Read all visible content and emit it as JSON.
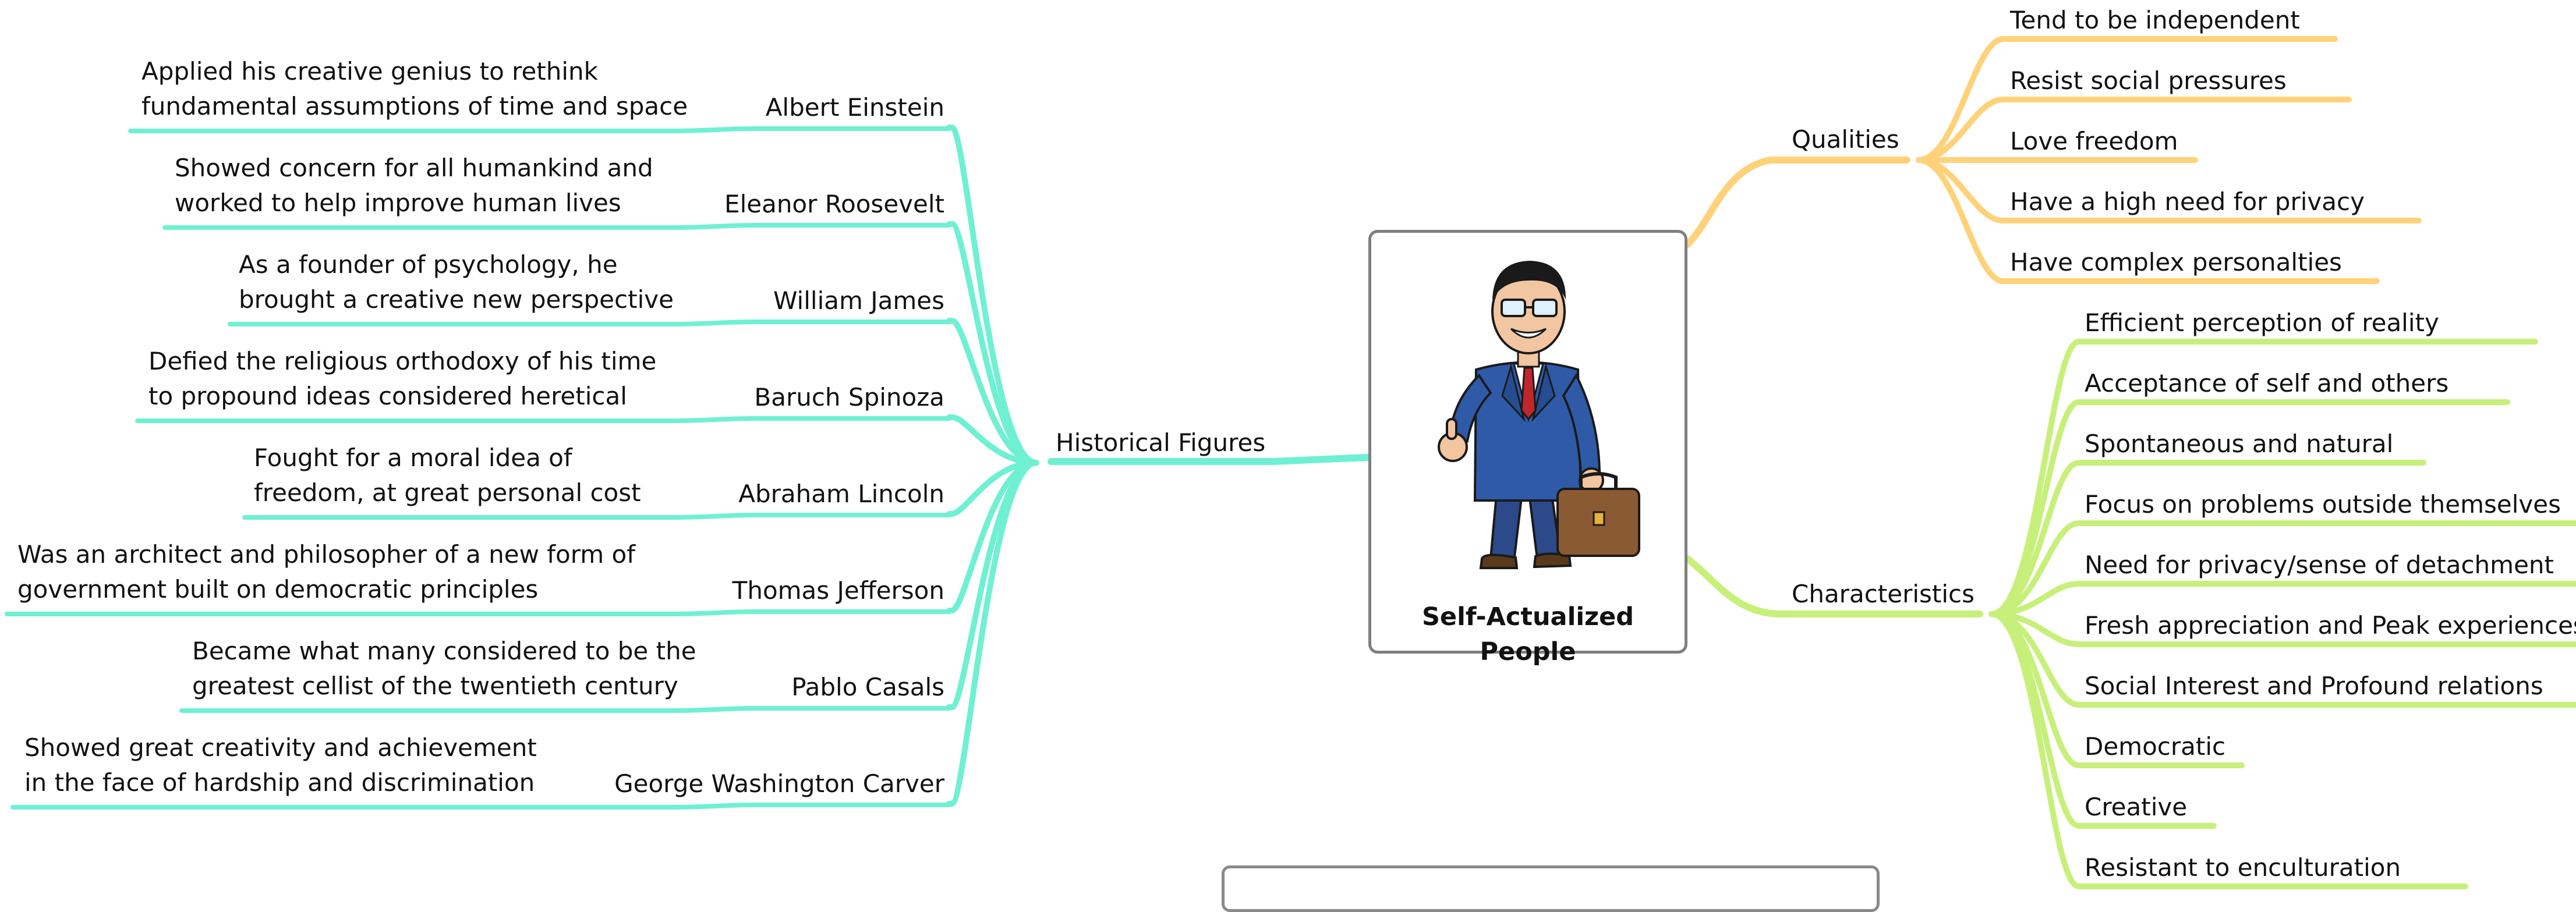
{
  "colors": {
    "historical": "#6ff0d3",
    "qualities": "#ffd27a",
    "characteristics": "#c7f07a",
    "border": "#7f7f7f"
  },
  "central": {
    "title": "Self-Actualized People",
    "illustration": "businessman-with-briefcase-icon"
  },
  "historical": {
    "label": "Historical Figures",
    "figures": [
      {
        "name": "Albert Einstein",
        "desc": [
          "Applied his creative genius to rethink",
          "fundamental assumptions of time and space"
        ]
      },
      {
        "name": "Eleanor Roosevelt",
        "desc": [
          "Showed concern for all humankind and",
          "worked to help improve human lives"
        ]
      },
      {
        "name": "William James",
        "desc": [
          "As a founder of psychology, he",
          "brought a creative new perspective"
        ]
      },
      {
        "name": "Baruch Spinoza",
        "desc": [
          "Defied the religious orthodoxy of his time",
          "to propound ideas considered heretical"
        ]
      },
      {
        "name": "Abraham Lincoln",
        "desc": [
          "Fought for a moral idea of",
          "freedom, at great personal cost"
        ]
      },
      {
        "name": "Thomas Jefferson",
        "desc": [
          "Was an architect and philosopher of a new form of",
          "government built on democratic principles"
        ]
      },
      {
        "name": "Pablo Casals",
        "desc": [
          "Became what many considered to be the",
          "greatest cellist of the twentieth century"
        ]
      },
      {
        "name": "George Washington Carver",
        "desc": [
          "Showed great creativity and achievement",
          "in the face of hardship and discrimination"
        ]
      }
    ]
  },
  "qualities": {
    "label": "Qualities",
    "items": [
      "Tend to be independent",
      "Resist social pressures",
      "Love freedom",
      "Have a high need for privacy",
      "Have complex personalties"
    ]
  },
  "characteristics": {
    "label": "Characteristics",
    "items": [
      "Efficient perception of reality",
      "Acceptance of self and others",
      "Spontaneous and natural",
      "Focus on problems outside themselves",
      "Need for privacy/sense of detachment",
      "Fresh appreciation and Peak experiences",
      "Social Interest and Profound relations",
      "Democratic",
      "Creative",
      "Resistant to enculturation"
    ]
  }
}
